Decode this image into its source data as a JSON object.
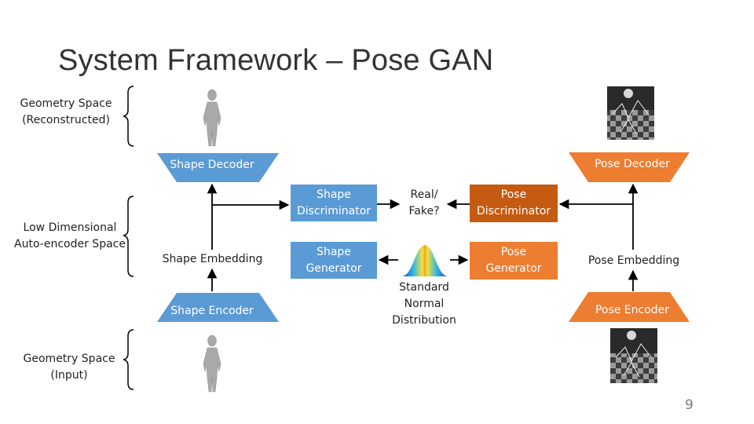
{
  "title": "System Framework – Pose GAN",
  "left_labels": {
    "geometry_top": [
      "Geometry Space",
      "(Reconstructed)"
    ],
    "latent": [
      "Low Dimensional",
      "Auto-encoder Space"
    ],
    "geometry_bottom": [
      "Geometry Space",
      "(Input)"
    ]
  },
  "shape_decoder": "Shape Decoder",
  "pose_decoder": "Pose Decoder",
  "shape_encoder": "Shape Encoder",
  "pose_encoder": "Pose Encoder",
  "shape_discriminator": [
    "Shape",
    "Discriminator"
  ],
  "shape_generator": [
    "Shape",
    "Generator"
  ],
  "pose_discriminator": [
    "Pose",
    "Discriminator"
  ],
  "pose_generator": [
    "Pose",
    "Generator"
  ],
  "real_fake": [
    "Real/",
    "Fake?"
  ],
  "shape_embedding": "Shape Embedding",
  "pose_embedding": "Pose Embedding",
  "normal_dist": [
    "Standard",
    "Normal",
    "Distribution"
  ],
  "page_number": "9",
  "colors": {
    "blue": "#5b9bd5",
    "orange": "#ed7d31",
    "dark_orange": "#c55a11"
  }
}
